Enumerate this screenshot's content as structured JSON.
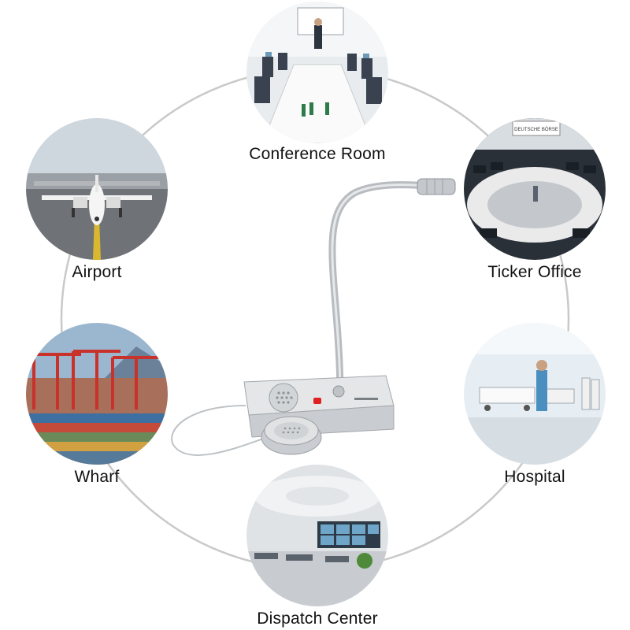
{
  "scenes": [
    {
      "id": "conference",
      "label": "Conference Room"
    },
    {
      "id": "airport",
      "label": "Airport"
    },
    {
      "id": "ticker",
      "label": "Ticker Office"
    },
    {
      "id": "wharf",
      "label": "Wharf"
    },
    {
      "id": "hospital",
      "label": "Hospital"
    },
    {
      "id": "dispatch",
      "label": "Dispatch Center"
    }
  ],
  "colors": {
    "ring": "#c9c9c9",
    "device_body": "#d7d9db",
    "red_button": "#e02020",
    "crane_red": "#c8322a"
  },
  "device": {
    "name_icon": "gooseneck-intercom-icon",
    "speaker_icon": "round-speaker-icon",
    "small_sign_text": "DEUTSCHE BÖRSE"
  }
}
